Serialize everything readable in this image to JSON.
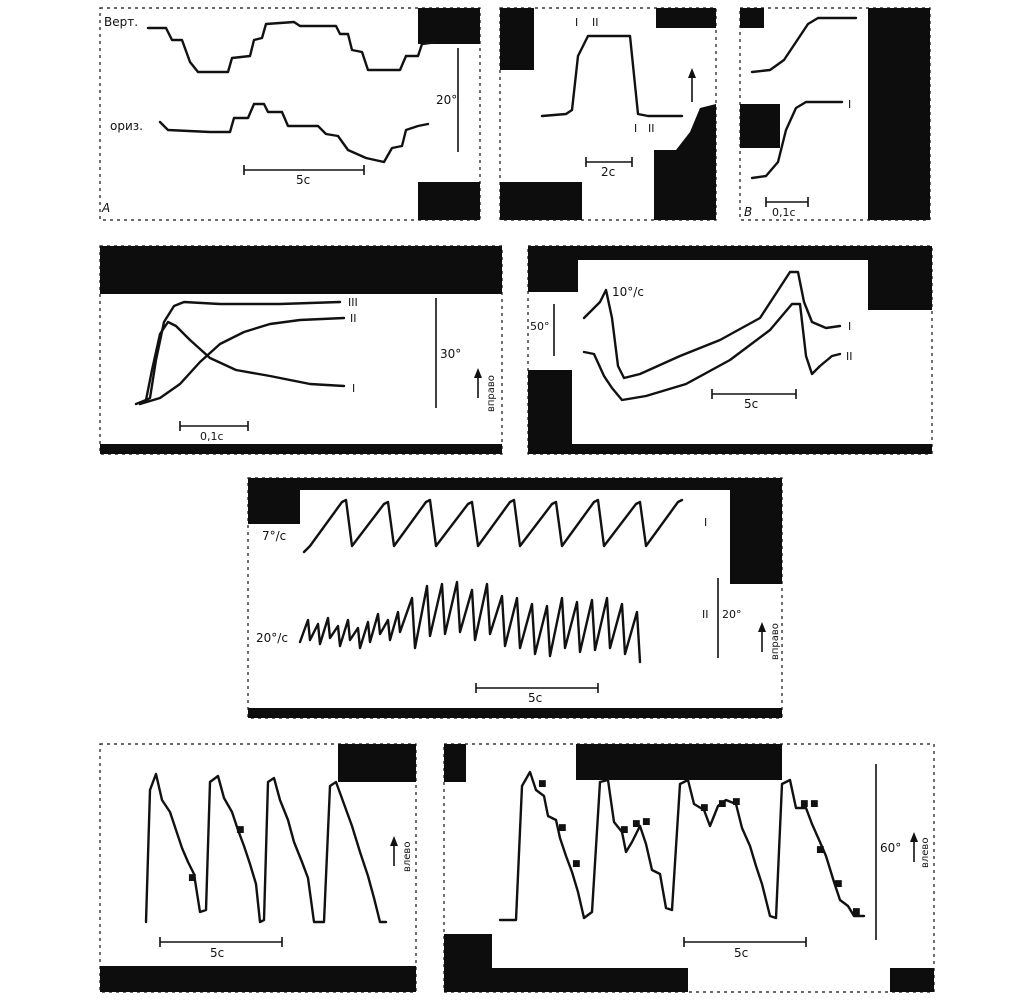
{
  "labels": {
    "vert": "Верт.",
    "horiz": "ориз.",
    "scale_20deg": "20°",
    "scale_5s_a": "5c",
    "panel_a": "A",
    "trace_i_a": "I",
    "trace_ii_a": "II",
    "trace_ii_b": "II",
    "scale_2s": "2c",
    "trace_i_c": "I",
    "panel_b": "B",
    "scale_01s_b": "0,1c",
    "trace_iii_d": "III",
    "trace_ii_d": "II",
    "scale_30deg": "30°",
    "trace_i_d": "I",
    "vpravo_d": "вправо",
    "scale_01s_d": "0,1c",
    "velocity_10": "10°/c",
    "scale_50deg": "50°",
    "trace_i_e": "I",
    "trace_ii_e": "II",
    "scale_5s_e": "5c",
    "velocity_7": "7°/c",
    "trace_i_f": "I",
    "velocity_20": "20°/c",
    "trace_ii_f": "II",
    "scale_20deg_f": "20°",
    "vpravo_f": "вправо",
    "scale_5s_f": "5c",
    "vlevo_g": "влево",
    "scale_5s_g": "5c",
    "scale_60deg": "60°",
    "vlevo_h": "влево",
    "scale_5s_h": "5c"
  },
  "colors": {
    "ink": "#111111",
    "paper": "#ffffff",
    "block": "#0d0d0d"
  }
}
